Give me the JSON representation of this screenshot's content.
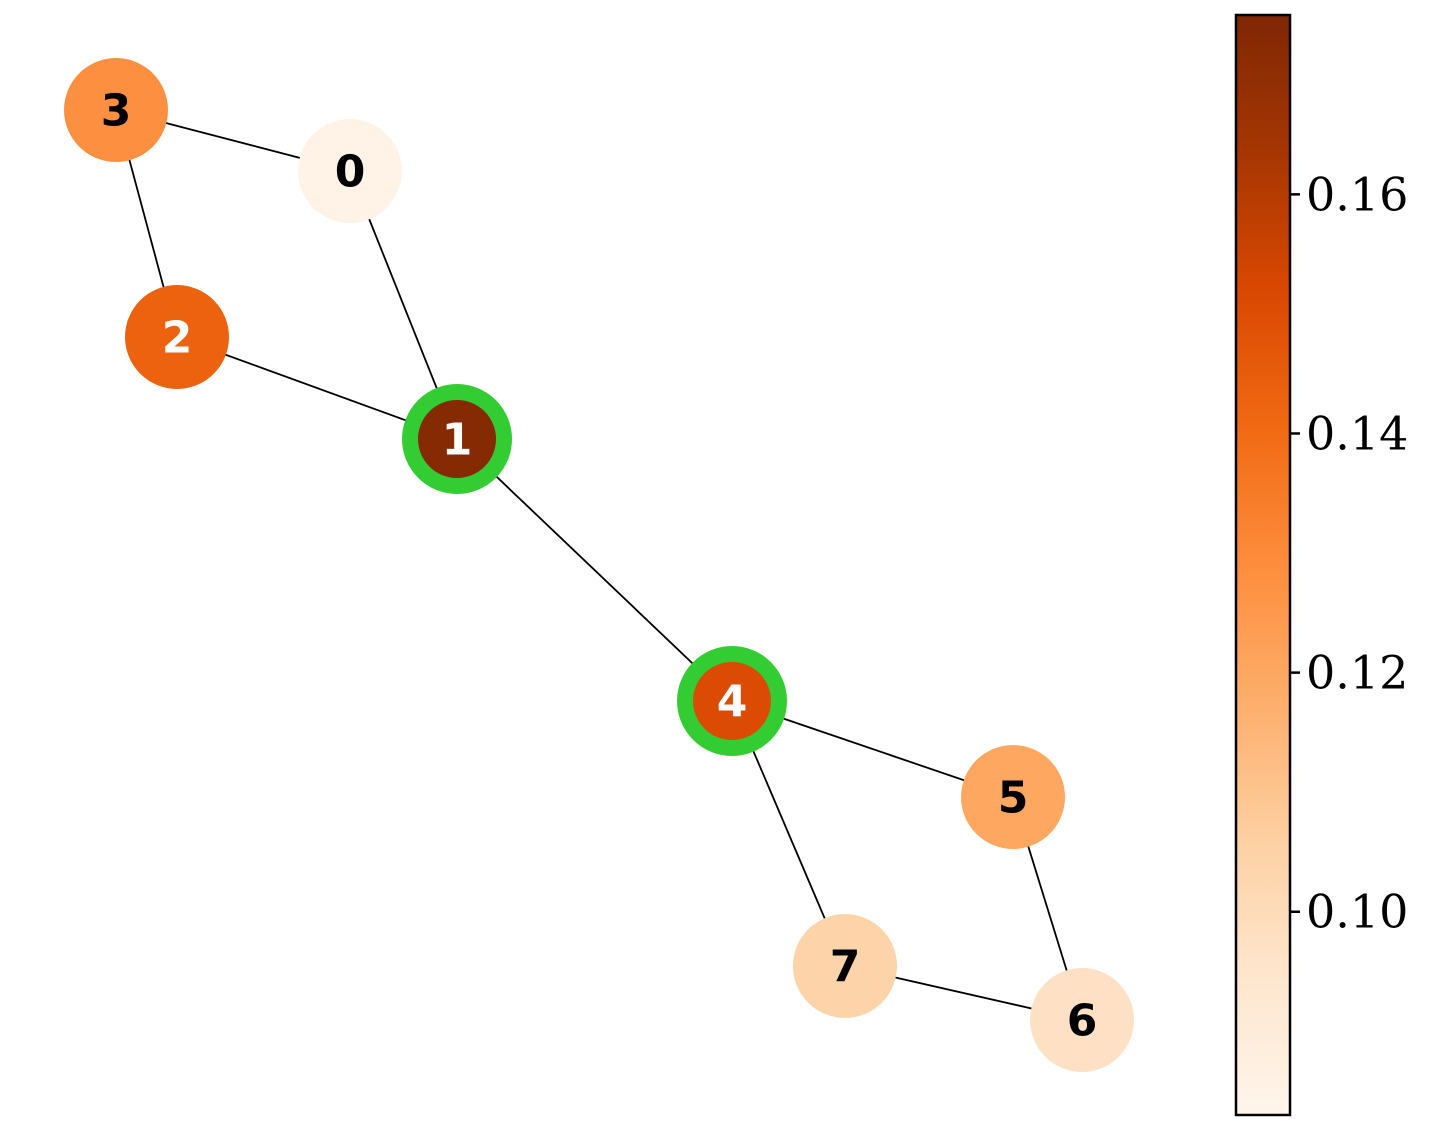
{
  "graph": {
    "nodes": [
      {
        "id": "0",
        "label": "0",
        "value": 0.085,
        "highlighted": false
      },
      {
        "id": "1",
        "label": "1",
        "value": 0.173,
        "highlighted": true
      },
      {
        "id": "2",
        "label": "2",
        "value": 0.143,
        "highlighted": false
      },
      {
        "id": "3",
        "label": "3",
        "value": 0.128,
        "highlighted": false
      },
      {
        "id": "4",
        "label": "4",
        "value": 0.151,
        "highlighted": true
      },
      {
        "id": "5",
        "label": "5",
        "value": 0.12,
        "highlighted": false
      },
      {
        "id": "6",
        "label": "6",
        "value": 0.097,
        "highlighted": false
      },
      {
        "id": "7",
        "label": "7",
        "value": 0.104,
        "highlighted": false
      }
    ],
    "edges": [
      [
        "3",
        "0"
      ],
      [
        "3",
        "2"
      ],
      [
        "0",
        "1"
      ],
      [
        "2",
        "1"
      ],
      [
        "1",
        "4"
      ],
      [
        "4",
        "5"
      ],
      [
        "4",
        "7"
      ],
      [
        "5",
        "6"
      ],
      [
        "7",
        "6"
      ]
    ],
    "highlight_color": "#33cc33",
    "edge_color": "#000000"
  },
  "colorbar": {
    "colormap": "Oranges",
    "range": [
      0.083,
      0.175
    ],
    "ticks": [
      "0.10",
      "0.12",
      "0.14",
      "0.16"
    ],
    "tick_values": [
      0.1,
      0.12,
      0.14,
      0.16
    ],
    "colors": [
      "#fff5eb",
      "#fee6ce",
      "#fdd0a2",
      "#fdae6b",
      "#fd8d3c",
      "#f16913",
      "#d94801",
      "#a63603",
      "#7f2704"
    ]
  }
}
